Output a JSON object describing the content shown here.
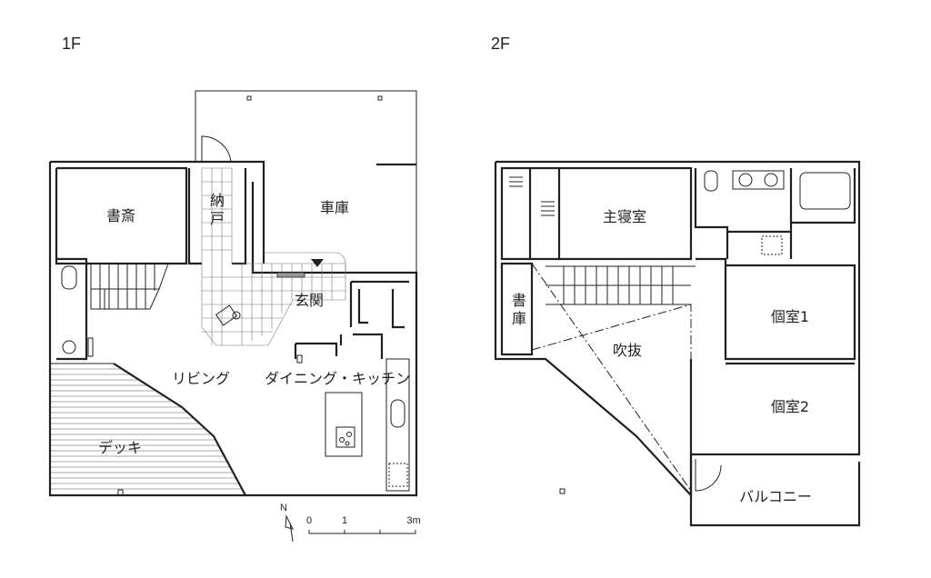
{
  "floor1": {
    "title": "1F",
    "rooms": {
      "study": "書斎",
      "storage_1": "納",
      "storage_2": "戸",
      "garage": "車庫",
      "entrance": "玄関",
      "living": "リビング",
      "dining_kitchen": "ダイニング・キッチン",
      "deck": "デッキ"
    },
    "north": "N",
    "scale": {
      "t0": "0",
      "t1": "1",
      "t3": "3m"
    }
  },
  "floor2": {
    "title": "2F",
    "rooms": {
      "master_bedroom": "主寝室",
      "library_1": "書",
      "library_2": "庫",
      "void": "吹抜",
      "room1": "個室1",
      "room2": "個室2",
      "balcony": "バルコニー"
    }
  }
}
